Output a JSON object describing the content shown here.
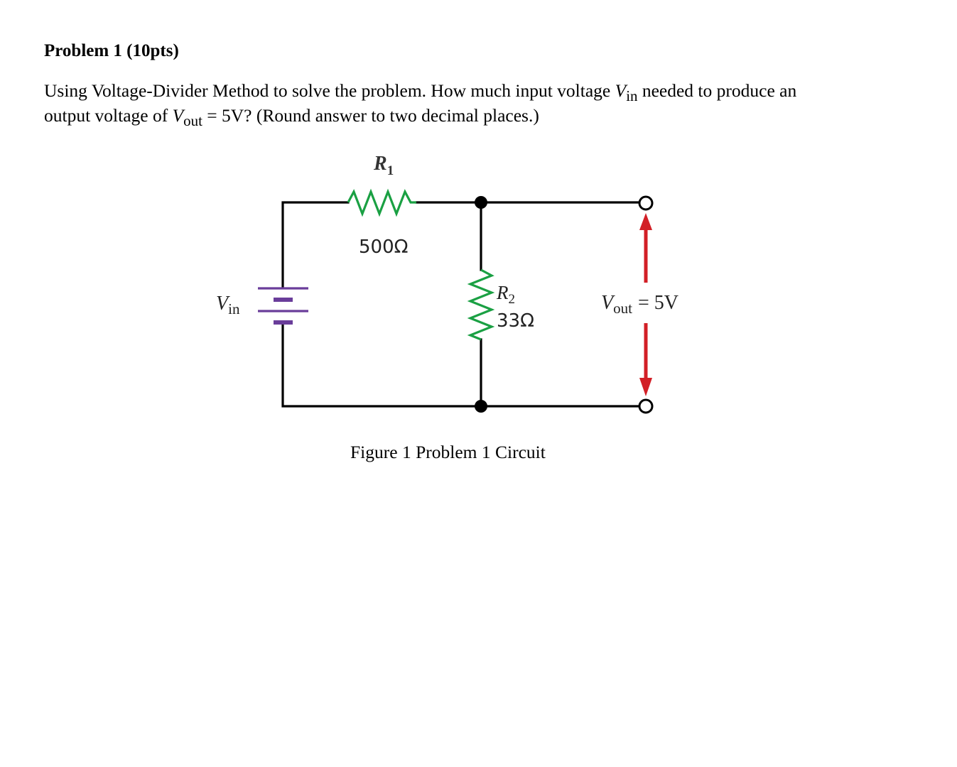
{
  "problem": {
    "heading": "Problem 1 (10pts)",
    "line1": {
      "pre": "Using Voltage-Divider Method to solve the problem. How much input voltage ",
      "var": "V",
      "sub": "in",
      "post": " needed to produce an"
    },
    "line2": {
      "pre": "output voltage of ",
      "var": "V",
      "sub": "out",
      "post": " = 5V? (Round answer to two decimal places.)"
    }
  },
  "circuit": {
    "r1_symbol": "R",
    "r1_sub": "1",
    "r1_value": "500Ω",
    "r2_symbol": "R",
    "r2_sub": "2",
    "r2_value": "33Ω",
    "vin_symbol": "V",
    "vin_sub": "in",
    "vout_symbol": "V",
    "vout_sub": "out",
    "vout_value": "= 5V",
    "colors": {
      "wire": "#000000",
      "r1": "#1aa043",
      "r2": "#1aa043",
      "battery": "#6a3d9a",
      "arrow": "#d21f26"
    }
  },
  "caption": "Figure 1 Problem 1 Circuit"
}
